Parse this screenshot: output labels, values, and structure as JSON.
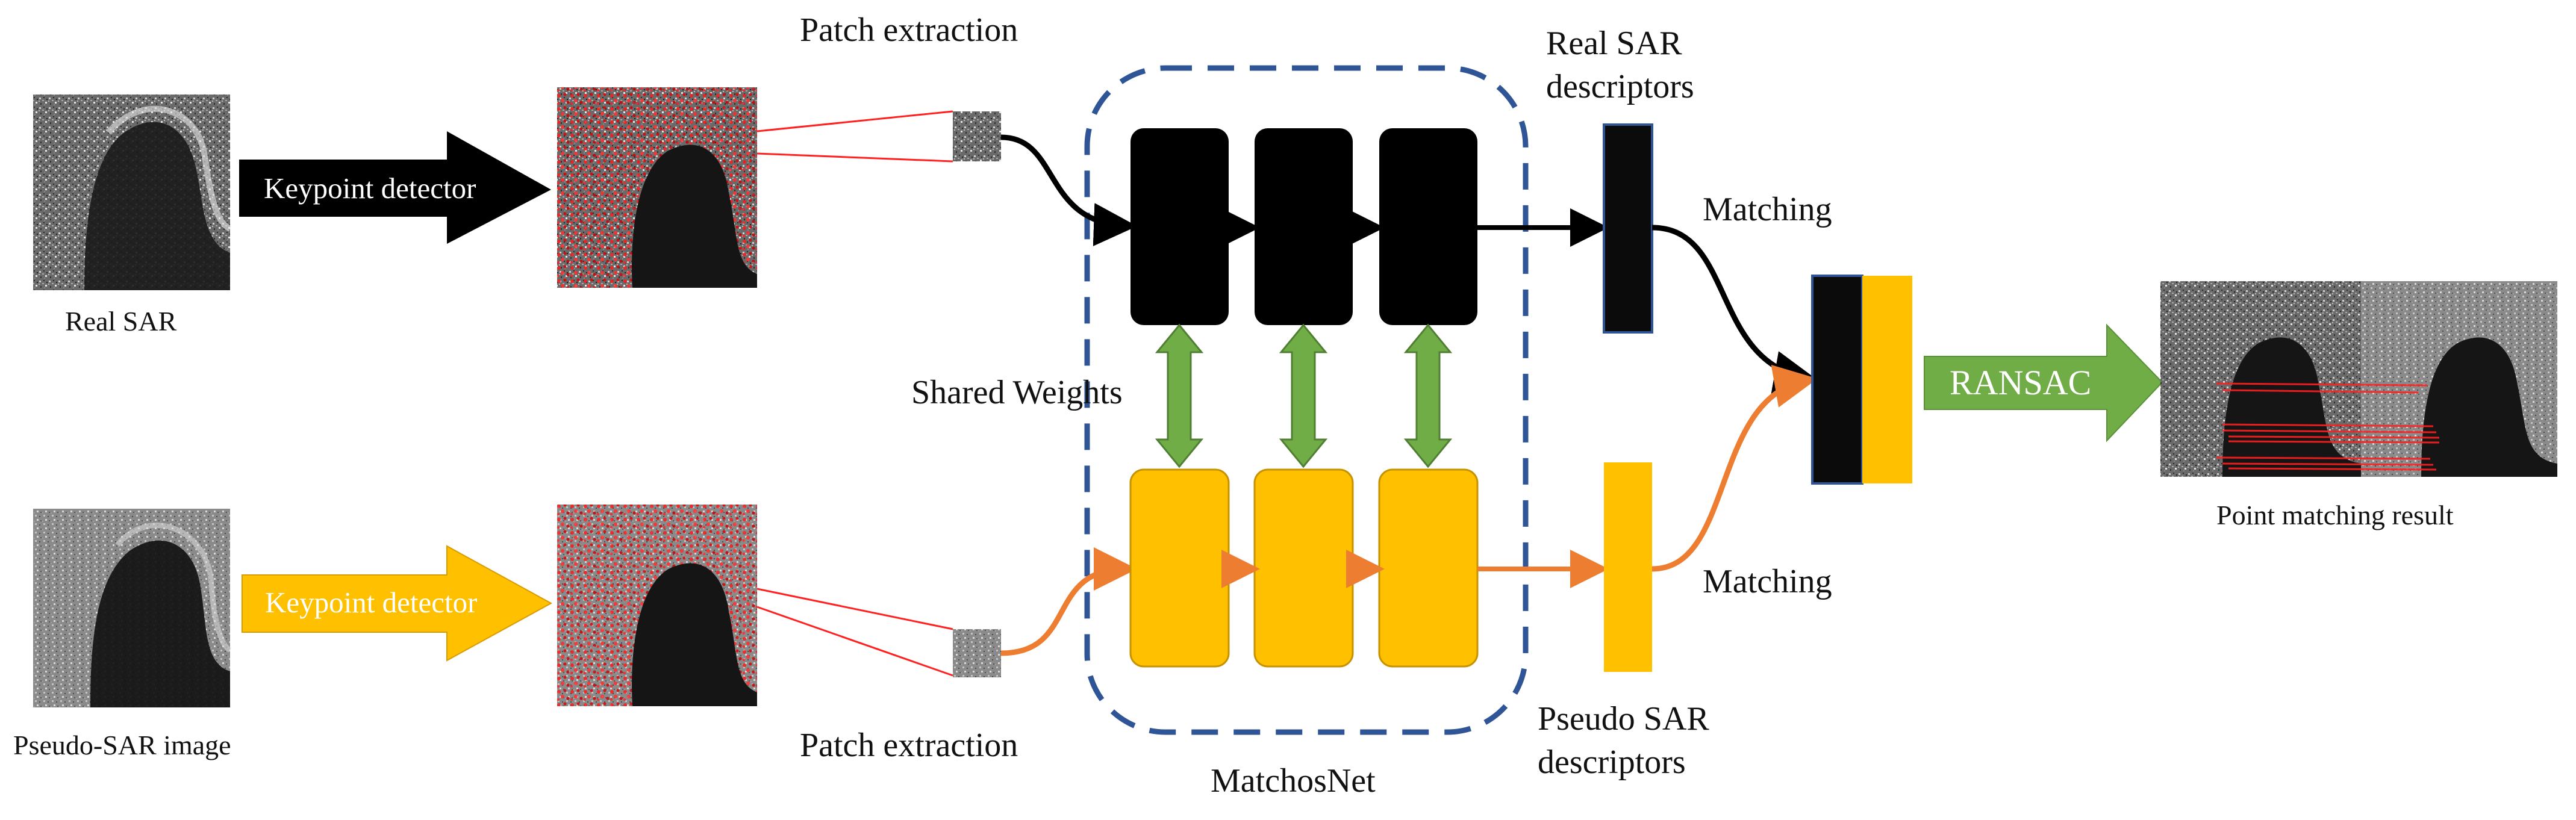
{
  "labels": {
    "real_sar": "Real SAR",
    "pseudo_sar": "Pseudo-SAR image",
    "patch_extraction_top": "Patch extraction",
    "patch_extraction_bottom": "Patch extraction",
    "shared_weights": "Shared Weights",
    "network_name": "MatchosNet",
    "real_descriptors": "Real SAR\ndescriptors",
    "pseudo_descriptors": "Pseudo SAR\ndescriptors",
    "matching_top": "Matching",
    "matching_bottom": "Matching",
    "ransac": "RANSAC",
    "result": "Point matching result",
    "keypoint_top": "Keypoint detector",
    "keypoint_bottom": "Keypoint detector"
  },
  "colors": {
    "black_branch": "#000000",
    "yellow_branch": "#ffc000",
    "orange_flow": "#ed7d31",
    "green_shared": "#70ad47",
    "dashed_border": "#2f5597",
    "keypoint_red": "#ff0000"
  },
  "icons": [
    "sar-image-icon",
    "pseudo-sar-image-icon",
    "keypoint-overlay-icon",
    "patch-icon",
    "match-result-icon"
  ]
}
